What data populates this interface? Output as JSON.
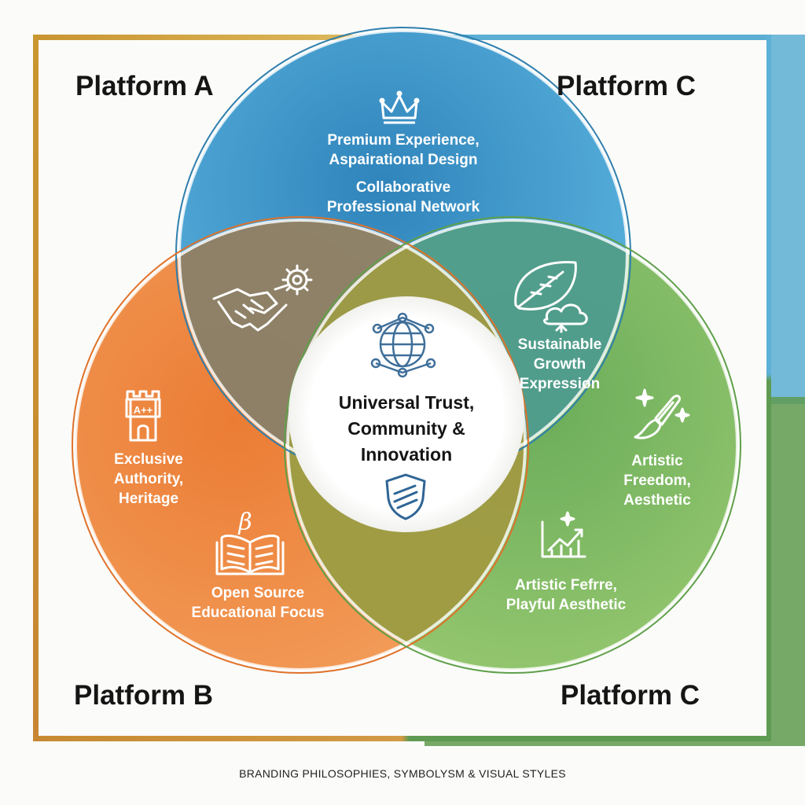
{
  "labels": {
    "top_left": "Platform A",
    "top_right": "Platform C",
    "bottom_left": "Platform B",
    "bottom_right": "Platform C"
  },
  "regions": {
    "top_line1": "Premium Experience,",
    "top_line2": "Aspairational Design",
    "top_line3": "Collaborative",
    "top_line4": "Professional Network",
    "right_overlap_line1": "Sustainable",
    "right_overlap_line2": "Growth",
    "right_overlap_line3": "Expression",
    "left_line1": "Exclusive",
    "left_line2": "Authority,",
    "left_line3": "Heritage",
    "left_low_line1": "Open Source",
    "left_low_line2": "Educational Focus",
    "right_line1": "Artistic",
    "right_line2": "Freedom,",
    "right_line3": "Aesthetic",
    "right_low_line1": "Artistic Fefrre,",
    "right_low_line2": "Playful Aesthetic",
    "center_line1": "Universal Trust,",
    "center_line2": "Community &",
    "center_line3": "Innovation"
  },
  "badge_text": "A++",
  "beta_symbol": "β",
  "footer": "BRANDING PHILOSOPHIES, SYMBOLYSM & VISUAL STYLES",
  "colors": {
    "blue": "#3f95c8",
    "orange": "#ee8540",
    "green": "#7eb45c",
    "gold_frame": "#c6922f",
    "center": "#ffffff"
  },
  "icons": [
    "crown-icon",
    "handshake-gear-icon",
    "leaf-cloud-icon",
    "network-globe-icon",
    "shield-icon",
    "castle-badge-icon",
    "open-book-icon",
    "paintbrush-sparkle-icon",
    "growth-chart-icon"
  ]
}
